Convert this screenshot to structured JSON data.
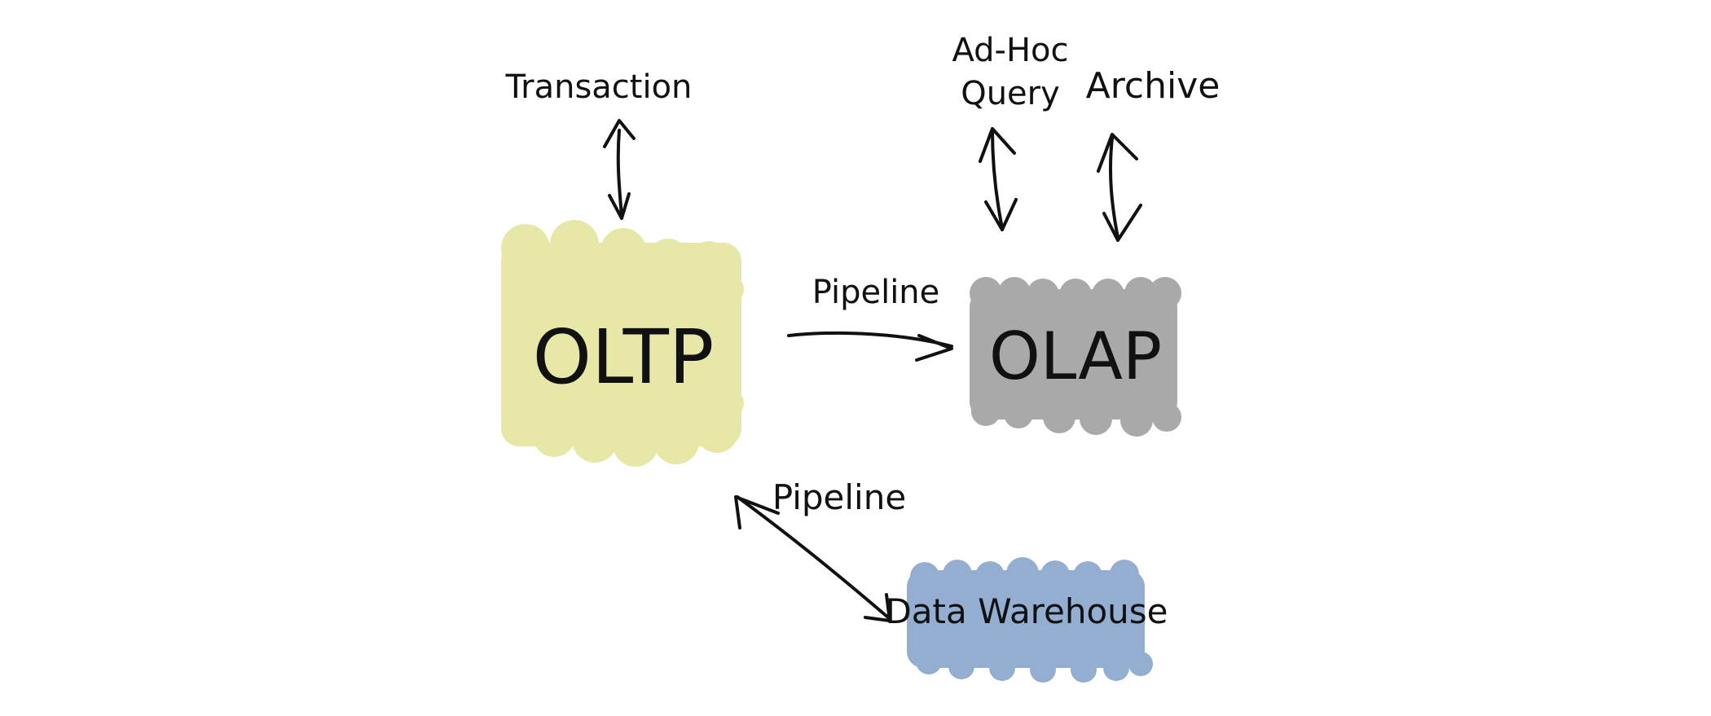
{
  "nodes": {
    "oltp": {
      "label": "OLTP",
      "color": "#e7e8a8"
    },
    "olap": {
      "label": "OLAP",
      "color": "#a9a9a9"
    },
    "warehouse": {
      "label": "Data Warehouse",
      "color": "#94aed2"
    }
  },
  "labels": {
    "transaction": "Transaction",
    "adhoc_line1": "Ad-Hoc",
    "adhoc_line2": "Query",
    "archive": "Archive",
    "pipeline_oltp_olap": "Pipeline",
    "pipeline_oltp_warehouse": "Pipeline"
  },
  "colors": {
    "ink": "#111111",
    "background": "#ffffff"
  }
}
